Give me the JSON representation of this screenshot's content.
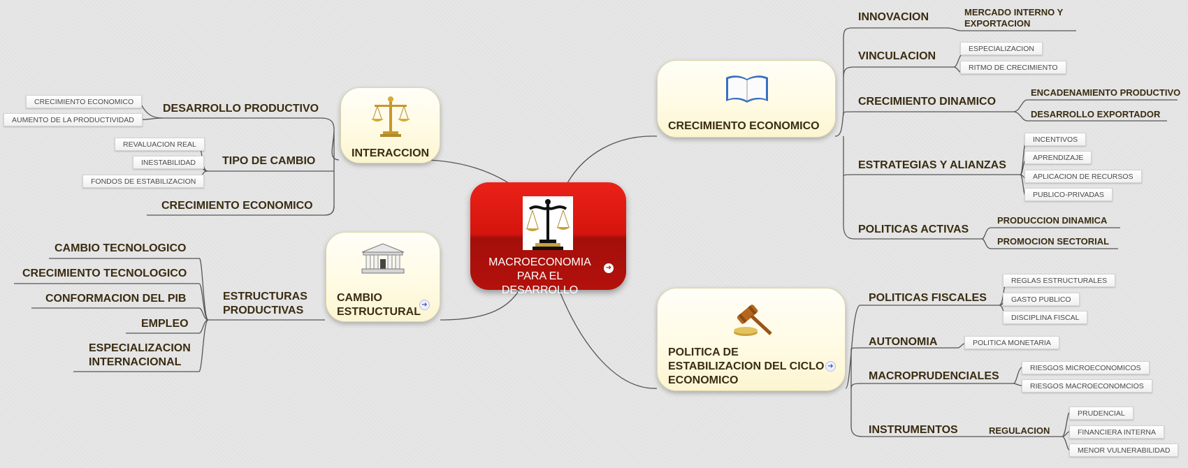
{
  "root": {
    "line1": "MACROECONOMIA",
    "line2": "PARA EL DESARROLLO"
  },
  "topics": {
    "interaccion": "INTERACCION",
    "cambio_estructural": [
      "CAMBIO",
      "ESTRUCTURAL"
    ],
    "crecimiento_economico": "CRECIMIENTO ECONOMICO",
    "politica_estabilizacion": [
      "POLITICA DE",
      "ESTABILIZACION DEL CICLO",
      "ECONOMICO"
    ]
  },
  "interaccion_branch": {
    "desarrollo_productivo": {
      "label": "DESARROLLO PRODUCTIVO",
      "items": [
        "CRECIMIENTO ECONOMICO",
        "AUMENTO DE LA PRODUCTIVIDAD"
      ]
    },
    "tipo_de_cambio": {
      "label": "TIPO DE CAMBIO",
      "items": [
        "REVALUACION REAL",
        "INESTABILIDAD",
        "FONDOS DE ESTABILIZACION"
      ]
    },
    "crecimiento_economico": "CRECIMIENTO ECONOMICO"
  },
  "cambio_branch": {
    "estructuras": {
      "line1": "ESTRUCTURAS",
      "line2": "PRODUCTIVAS"
    },
    "items": [
      "CAMBIO TECNOLOGICO",
      "CRECIMIENTO TECNOLOGICO",
      "CONFORMACION DEL PIB",
      "EMPLEO"
    ],
    "especializacion": {
      "line1": "ESPECIALIZACION",
      "line2": "INTERNACIONAL"
    }
  },
  "crecimiento_branch": {
    "innovacion": {
      "label": "INNOVACION",
      "sub": {
        "line1": "MERCADO INTERNO Y",
        "line2": "EXPORTACION"
      }
    },
    "vinculacion": {
      "label": "VINCULACION",
      "items": [
        "ESPECIALIZACION",
        "RITMO DE CRECIMIENTO"
      ]
    },
    "crecimiento_dinamico": {
      "label": "CRECIMIENTO DINAMICO",
      "items": [
        "ENCADENAMIENTO PRODUCTIVO",
        "DESARROLLO EXPORTADOR"
      ]
    },
    "estrategias": {
      "label": "ESTRATEGIAS Y ALIANZAS",
      "items": [
        "INCENTIVOS",
        "APRENDIZAJE",
        "APLICACION DE RECURSOS",
        "PUBLICO-PRIVADAS"
      ]
    },
    "politicas_activas": {
      "label": "POLITICAS ACTIVAS",
      "items": [
        "PRODUCCION DINAMICA",
        "PROMOCION SECTORIAL"
      ]
    }
  },
  "politica_branch": {
    "fiscales": {
      "label": "POLITICAS FISCALES",
      "items": [
        "REGLAS ESTRUCTURALES",
        "GASTO PUBLICO",
        "DISCIPLINA FISCAL"
      ]
    },
    "autonomia": {
      "label": "AUTONOMIA",
      "items": [
        "POLITICA MONETARIA"
      ]
    },
    "macroprudenciales": {
      "label": "MACROPRUDENCIALES",
      "items": [
        "RIESGOS MICROECONOMICOS",
        "RIESGOS MACROECONOMCIOS"
      ]
    },
    "instrumentos": {
      "label": "INSTRUMENTOS",
      "regulacion": "REGULACION",
      "items": [
        "PRUDENCIAL",
        "FINANCIERA INTERNA",
        "MENOR VULNERABILIDAD"
      ]
    }
  },
  "icons": {
    "root": "scales-of-justice-icon",
    "interaccion": "golden-scales-icon",
    "cambio": "bank-building-icon",
    "crecimiento": "open-book-icon",
    "politica": "gavel-icon",
    "link": "arrow-link-icon"
  },
  "colors": {
    "root_red": "#d5140e",
    "topic_fill": "#fffbe4",
    "text_brown": "#3a2c12",
    "line": "#555555"
  }
}
